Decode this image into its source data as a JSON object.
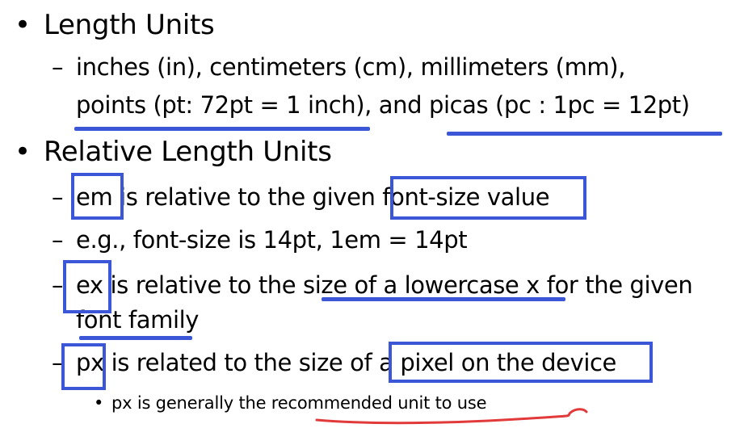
{
  "bullets": {
    "main": "•",
    "dash": "–",
    "small": "•"
  },
  "slide": {
    "item1": {
      "title": "Length Units",
      "line1": "inches (in), centimeters (cm), millimeters (mm),",
      "line2": "points (pt: 72pt = 1 inch), and picas (pc : 1pc = 12pt)"
    },
    "item2": {
      "title": "Relative Length Units",
      "em_line": "em is relative to the given font-size value",
      "eg_line": "e.g., font-size is 14pt, 1em = 14pt",
      "ex_line1": "ex is relative to the size of a lowercase x for the given",
      "ex_line2": "font family",
      "px_line": "px is related to the size of a pixel on the device",
      "px_sub": "px is generally the recommended unit to use"
    }
  },
  "annotation_colors": {
    "box": "#3b56d6",
    "underline": "#3b56d6",
    "red_scribble": "#e23a3a"
  }
}
